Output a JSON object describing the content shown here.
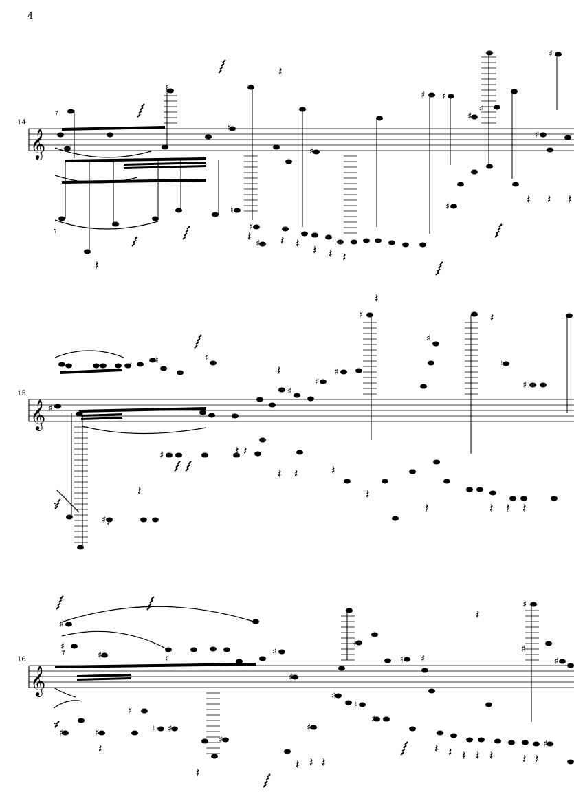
{
  "page": {
    "page_number": "4"
  },
  "systems": [
    {
      "measure_number": "14",
      "clef": "treble",
      "key_accidental": ""
    },
    {
      "measure_number": "15",
      "clef": "treble",
      "key_accidental": "♯"
    },
    {
      "measure_number": "16",
      "clef": "treble",
      "key_accidental": ""
    }
  ],
  "colors": {
    "ink": "#000000",
    "paper": "#ffffff"
  },
  "glyphs": {
    "sharp": "♯",
    "natural": "♮",
    "quarter_rest": "𝄽",
    "eighth_rest": "𝄾"
  }
}
